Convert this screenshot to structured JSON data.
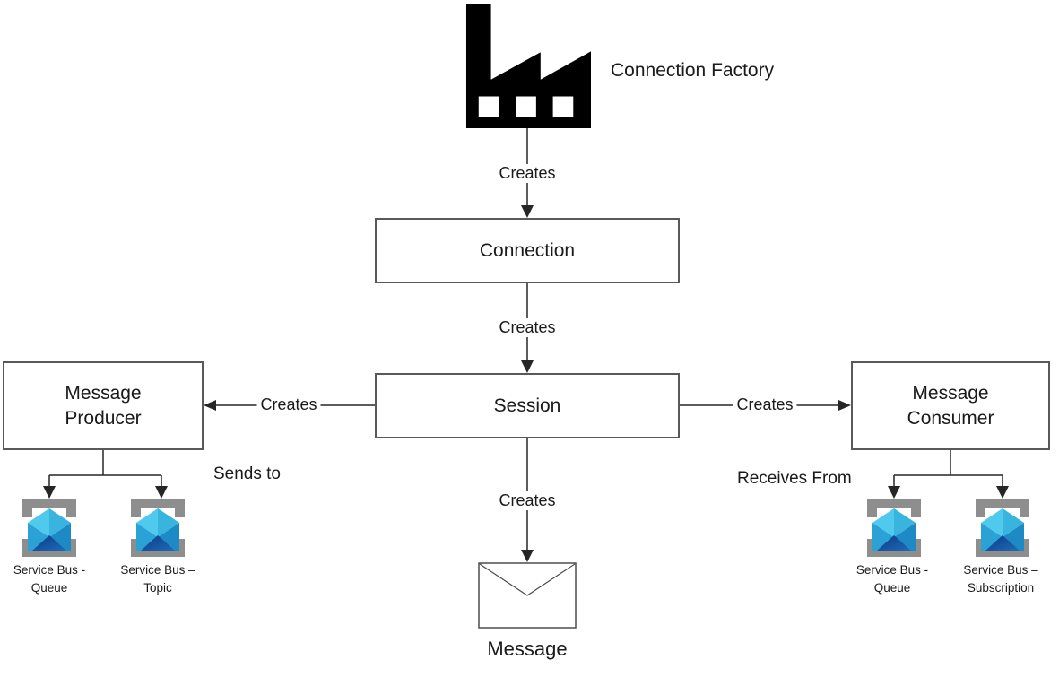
{
  "labels": {
    "connection_factory": "Connection Factory",
    "sends_to": "Sends to",
    "receives_from": "Receives From",
    "message": "Message"
  },
  "nodes": {
    "connection": "Connection",
    "session": "Session",
    "message_producer": "Message Producer",
    "message_consumer": "Message Consumer"
  },
  "edges": {
    "creates": "Creates"
  },
  "service_bus_items": {
    "producer_queue": {
      "line1": "Service Bus -",
      "line2": "Queue"
    },
    "producer_topic": {
      "line1": "Service Bus –",
      "line2": "Topic"
    },
    "consumer_queue": {
      "line1": "Service Bus -",
      "line2": "Queue"
    },
    "consumer_subscription": {
      "line1": "Service Bus –",
      "line2": "Subscription"
    }
  },
  "icons": {
    "factory": "factory-icon",
    "service_bus": "service-bus-icon",
    "message": "envelope-icon"
  },
  "colors": {
    "connector": "#262626",
    "box_border": "#595959",
    "icon_bracket": "#8E8E8E",
    "icon_cyan_light": "#4FC9EC",
    "icon_cyan": "#38B4DF",
    "icon_blue_left": "#2AA2D5",
    "icon_blue_right": "#1E8AC5",
    "icon_navy_dark": "#0C3A86",
    "icon_navy_light": "#1E6CB8",
    "factory_black": "#000000"
  }
}
